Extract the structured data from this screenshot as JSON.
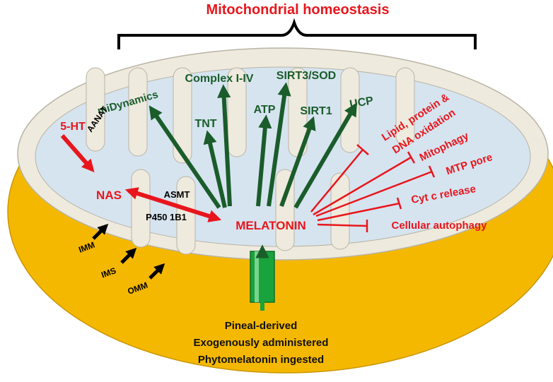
{
  "title": "Mitochondrial homeostasis",
  "targets_up": [
    "miDynamics",
    "Complex I-IV",
    "TNT",
    "ATP",
    "SIRT3/SOD",
    "SIRT1",
    "UCP"
  ],
  "targets_inhibited": [
    "Lipid, protein &",
    "DNA oxidation",
    "Mitophagy",
    "MTP pore",
    "Cyt c release",
    "Cellular autophagy"
  ],
  "pathway": {
    "precursor": "5-HT",
    "enzyme1": "AANAT",
    "intermediate": "NAS",
    "enzyme2a": "ASMT",
    "enzyme2b": "P450 1B1",
    "product": "MELATONIN"
  },
  "membranes": [
    "IMM",
    "IMS",
    "OMM"
  ],
  "sources": [
    "Pineal-derived",
    "Exogenously administered",
    "Phytomelatonin ingested"
  ],
  "colors": {
    "outer": "#f5b800",
    "intermembrane": "#eeeade",
    "matrix": "#d6e4f0",
    "activate": "#1a5c2a",
    "inhibit": "#e8161c",
    "channel": "#19a33c"
  }
}
